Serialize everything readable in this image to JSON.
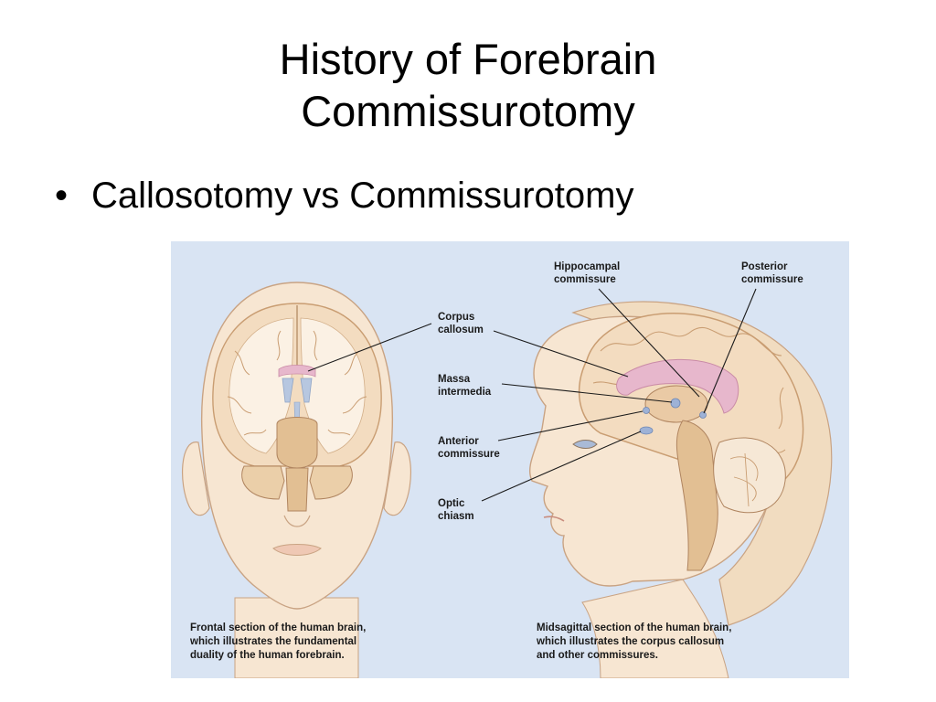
{
  "slide": {
    "title_lines": [
      "History of Forebrain",
      "Commissurotomy"
    ],
    "bullet": "•",
    "bullet_text": "Callosotomy vs Commissurotomy"
  },
  "figure": {
    "background_color": "#d9e4f3",
    "labels": {
      "corpus_callosum": [
        "Corpus",
        "callosum"
      ],
      "massa_intermedia": [
        "Massa",
        "intermedia"
      ],
      "anterior_commissure": [
        "Anterior",
        "commissure"
      ],
      "optic_chiasm": [
        "Optic",
        "chiasm"
      ],
      "hippocampal_commissure": [
        "Hippocampal",
        "commissure"
      ],
      "posterior_commissure": [
        "Posterior",
        "commissure"
      ]
    },
    "captions": {
      "left": [
        "Frontal section of the human brain,",
        "which illustrates the fundamental",
        "duality of the human forebrain."
      ],
      "right": [
        "Midsagittal section of the human brain,",
        "which illustrates the corpus callosum",
        "and other commissures."
      ]
    },
    "colors": {
      "skin": "#f7e6d2",
      "skin_edge": "#c9a383",
      "hair": "#f1dcc0",
      "brain": "#f3dcc0",
      "brain_edge": "#c99d72",
      "callosum": "#e7b7cc",
      "ventricle": "#b7c7e0",
      "brainstem": "#e2bf93"
    }
  }
}
